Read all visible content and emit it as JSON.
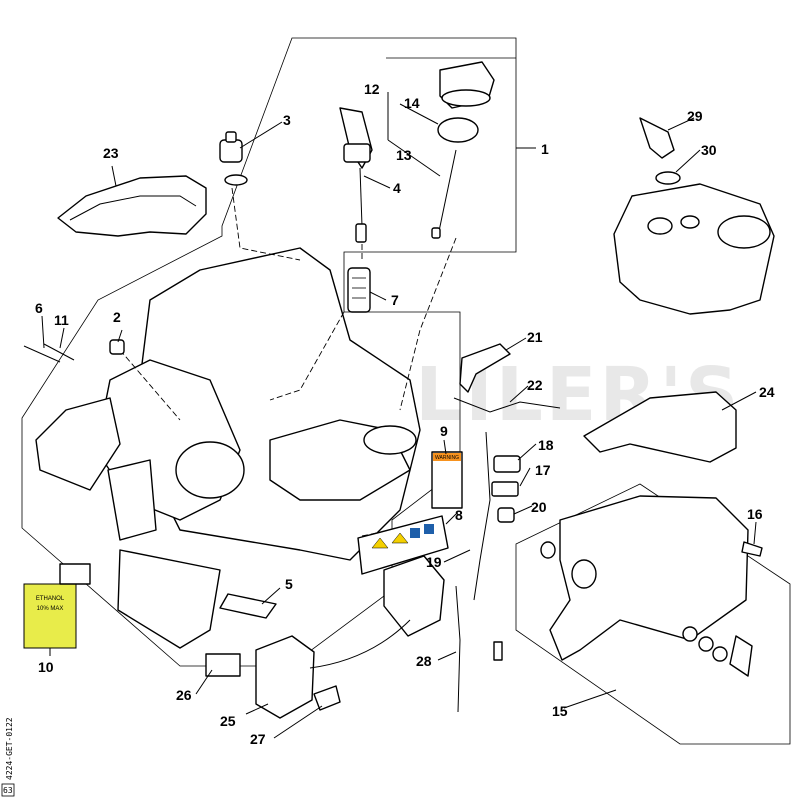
{
  "watermark": "JOHN LILER'S",
  "drawing_code": "4224-GET-0122",
  "corner_mark": "63",
  "callouts": [
    "1",
    "2",
    "3",
    "4",
    "5",
    "6",
    "7",
    "8",
    "9",
    "10",
    "11",
    "12",
    "13",
    "14",
    "15",
    "16",
    "17",
    "18",
    "19",
    "20",
    "21",
    "22",
    "23",
    "24",
    "25",
    "26",
    "27",
    "28",
    "29",
    "30"
  ],
  "label_texts": {
    "warning": "WARNING",
    "decal_a": "ETHANOL",
    "decal_b": "10% MAX"
  }
}
